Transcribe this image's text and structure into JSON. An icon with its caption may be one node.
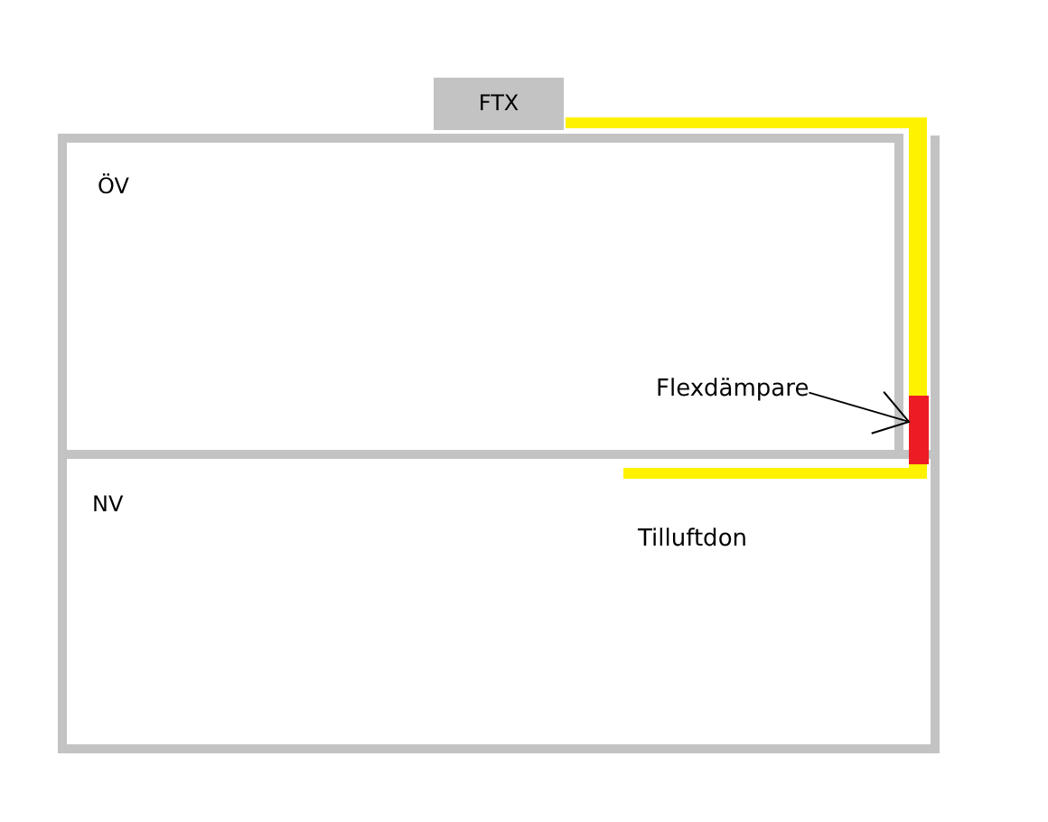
{
  "diagram": {
    "nodes": [
      {
        "text": [
          "FTX"
        ]
      },
      {
        "text": [
          "ÖV"
        ]
      },
      {
        "text": [
          "Flexdämpare"
        ],
        "in": 1
      },
      {
        "text": [],
        "shape": "box"
      },
      {
        "text": [
          "NV"
        ]
      }
    ],
    "edges": [
      {
        "from": 2,
        "to": 3,
        "arrow": "to"
      }
    ],
    "labels": [
      "Tilluftdon"
    ]
  }
}
